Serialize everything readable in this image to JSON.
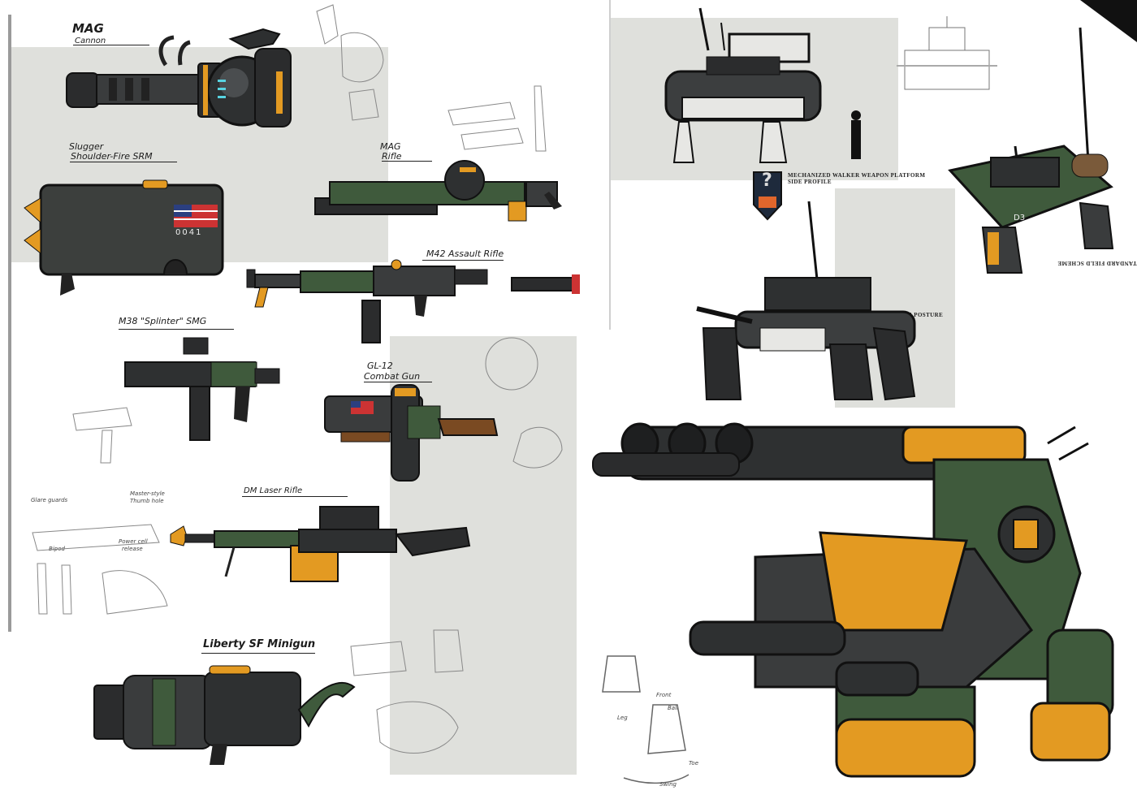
{
  "colors": {
    "gunmetal": "#3a3c3d",
    "dark": "#1e1f20",
    "olive": "#3f5a3c",
    "orange": "#e39a22",
    "panel_grey": "#dfe0dc",
    "cyan": "#58d3e0"
  },
  "weapons": {
    "mag_cannon": {
      "name": "MAG",
      "sub": "Cannon"
    },
    "slugger": {
      "name": "Slugger",
      "sub": "Shoulder-Fire SRM",
      "tag": "0041"
    },
    "mag_rifle": {
      "name": "MAG",
      "sub": "Rifle"
    },
    "m42": {
      "name": "M42 Assault Rifle"
    },
    "m38": {
      "name": "M38 \"Splinter\" SMG"
    },
    "gl12": {
      "name": "GL-12",
      "sub": "Combat Gun"
    },
    "dm_laser": {
      "name": "DM Laser Rifle"
    },
    "minigun": {
      "name": "Liberty SF Minigun"
    }
  },
  "sketch_notes": {
    "laser": [
      "Glare guards",
      "Master-style",
      "Thumb hole",
      "Power cell",
      "release",
      "Bipod"
    ],
    "walker_legs": [
      "Front",
      "Ball",
      "Leg",
      "Toe",
      "Swing"
    ]
  },
  "walker": {
    "side_caption_1": "Mechanized Walker Weapon Platform",
    "side_caption_2": "Side Profile",
    "battle_caption": "MWP Battle Posture",
    "perspective_caption": "Standard Field Scheme",
    "hull_code": "D3"
  },
  "emblem": {
    "symbol": "?"
  }
}
